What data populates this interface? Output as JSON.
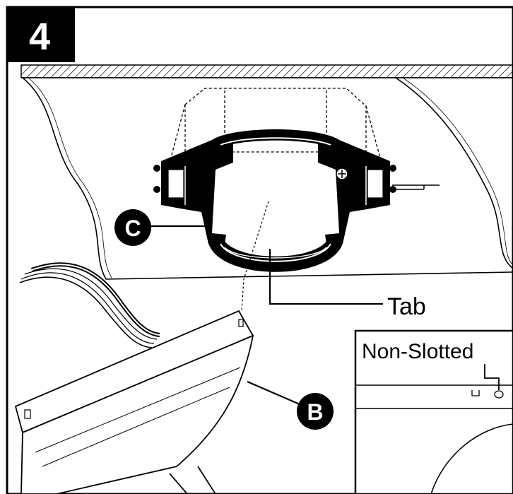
{
  "step": {
    "number": "4"
  },
  "callouts": {
    "c": "C",
    "b": "B",
    "tab": "Tab",
    "inset_label": "Non-Slotted"
  },
  "colors": {
    "ink": "#000000",
    "paper": "#ffffff",
    "callout_fill": "#000000",
    "callout_text": "#ffffff"
  }
}
